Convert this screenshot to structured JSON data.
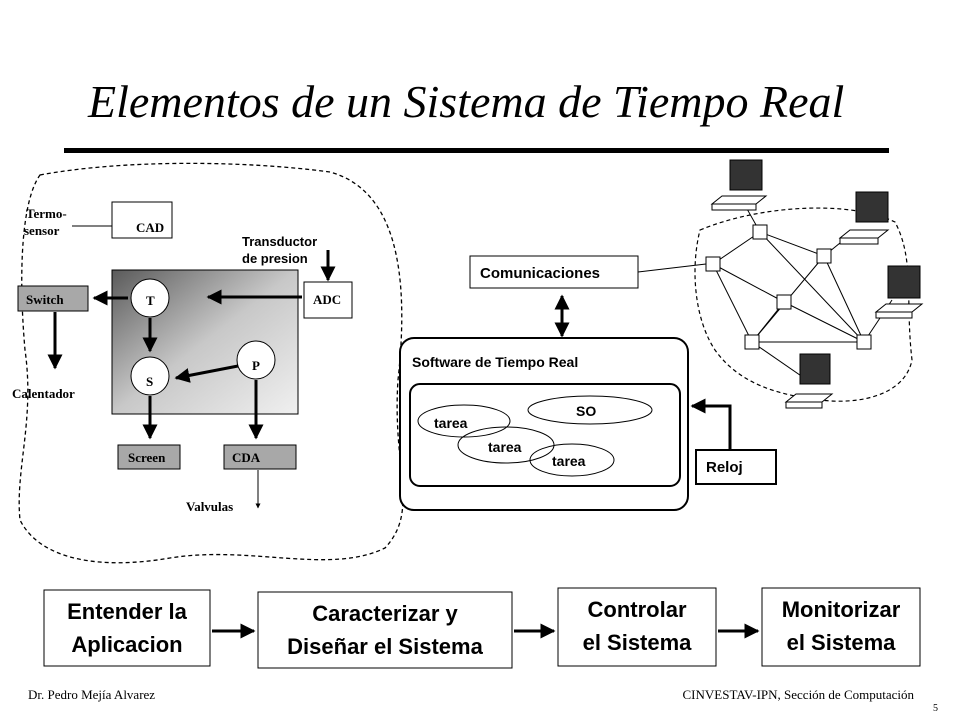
{
  "slide": {
    "title": "Elementos de  un Sistema de Tiempo Real",
    "footer_left": "Dr. Pedro Mejía Alvarez",
    "footer_right": "CINVESTAV-IPN,  Sección de Computación",
    "page_number": "5"
  },
  "plant": {
    "termo_line1": "Termo-",
    "termo_line2": "sensor",
    "cad": "CAD",
    "transductor_line1": "Transductor",
    "transductor_line2": "de presion",
    "switch": "Switch",
    "adc": "ADC",
    "t": "T",
    "p": "P",
    "s": "S",
    "calentador": "Calentador",
    "screen": "Screen",
    "cda": "CDA",
    "valvulas": "Valvulas"
  },
  "software": {
    "comunicaciones": "Comunicaciones",
    "software_title": "Software de Tiempo Real",
    "tarea1": "tarea",
    "so": "SO",
    "tarea2": "tarea",
    "tarea3": "tarea",
    "reloj": "Reloj"
  },
  "process": {
    "step1_line1": "Entender la",
    "step1_line2": "Aplicacion",
    "step2_line1": "Caracterizar y",
    "step2_line2": "Diseñar el Sistema",
    "step3_line1": "Controlar",
    "step3_line2": "el Sistema",
    "step4_line1": "Monitorizar",
    "step4_line2": "el Sistema"
  },
  "colors": {
    "grey_box": "#a8a8a8",
    "computer_screen": "#333333",
    "text": "#000000"
  }
}
